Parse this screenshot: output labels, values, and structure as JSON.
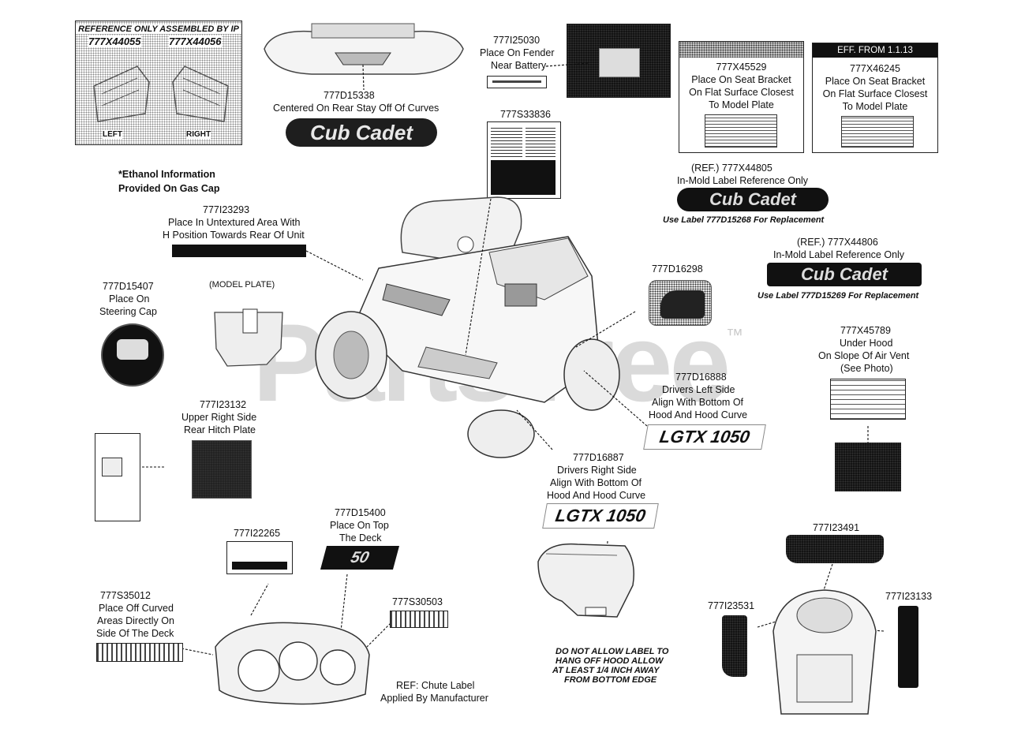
{
  "reference_box": {
    "title": "REFERENCE ONLY ASSEMBLED BY IP",
    "part_left": "777X44055",
    "part_right": "777X44056",
    "left": "LEFT",
    "right": "RIGHT"
  },
  "rear_stay": {
    "part": "777D15338",
    "desc": "Centered On Rear Stay Off Of Curves"
  },
  "brand": {
    "name": "Cub Cadet"
  },
  "fender": {
    "part": "777I25030",
    "line1": "Place On Fender",
    "line2": "Near Battery"
  },
  "decal_777s33836": {
    "part": "777S33836"
  },
  "seat_bracket_1": {
    "header": "",
    "part": "777X45529",
    "line1": "Place On Seat Bracket",
    "line2": "On Flat Surface Closest",
    "line3": "To Model Plate"
  },
  "seat_bracket_2": {
    "header": "EFF. FROM 1.1.13",
    "part": "777X46245",
    "line1": "Place On Seat Bracket",
    "line2": "On Flat Surface Closest",
    "line3": "To Model Plate"
  },
  "ethanol": {
    "line1": "*Ethanol Information",
    "line2": "Provided On Gas Cap"
  },
  "ref_44805": {
    "part": "(REF.) 777X44805",
    "desc": "In-Mold Label Reference Only",
    "replacement": "Use Label 777D15268 For Replacement"
  },
  "ref_44806": {
    "part": "(REF.) 777X44806",
    "desc": "In-Mold Label Reference Only",
    "replacement": "Use Label 777D15269 For Replacement"
  },
  "untextured": {
    "part": "777I23293",
    "line1": "Place In Untextured Area With",
    "line2": "H Position Towards Rear Of Unit"
  },
  "model_plate": {
    "label": "(MODEL PLATE)"
  },
  "steering_cap": {
    "part": "777D15407",
    "line1": "Place On",
    "line2": "Steering Cap"
  },
  "decal_777d16298": {
    "part": "777D16298"
  },
  "under_hood": {
    "part": "777X45789",
    "line1": "Under Hood",
    "line2": "On Slope Of Air Vent",
    "line3": "(See Photo)"
  },
  "hitch": {
    "part": "777I23132",
    "line1": "Upper Right Side",
    "line2": "Rear Hitch Plate"
  },
  "left_side": {
    "part": "777D16888",
    "line1": "Drivers Left Side",
    "line2": "Align With Bottom Of",
    "line3": "Hood And Hood Curve"
  },
  "model_badge": {
    "text": "LGTX 1050"
  },
  "right_side": {
    "part": "777D16887",
    "line1": "Drivers Right Side",
    "line2": "Align With Bottom Of",
    "line3": "Hood And Hood Curve"
  },
  "deck_top": {
    "part": "777D15400",
    "line1": "Place On Top",
    "line2": "The Deck",
    "badge": "50"
  },
  "decal_777i22265": {
    "part": "777I22265"
  },
  "deck_side": {
    "part": "777S35012",
    "line1": "Place Off Curved",
    "line2": "Areas Directly On",
    "line3": "Side Of The Deck"
  },
  "decal_777s30503": {
    "part": "777S30503"
  },
  "chute": {
    "line1": "REF: Chute Label",
    "line2": "Applied By Manufacturer"
  },
  "hood_note": {
    "line1": "DO NOT ALLOW LABEL TO",
    "line2": "HANG OFF HOOD ALLOW",
    "line3": "AT LEAST 1/4  INCH AWAY",
    "line4": "FROM BOTTOM EDGE"
  },
  "decal_777i23491": {
    "part": "777I23491"
  },
  "decal_777i23531": {
    "part": "777I23531"
  },
  "decal_777i23133": {
    "part": "777I23133"
  },
  "watermark": {
    "text": "PartsTree",
    "tm": "™"
  }
}
